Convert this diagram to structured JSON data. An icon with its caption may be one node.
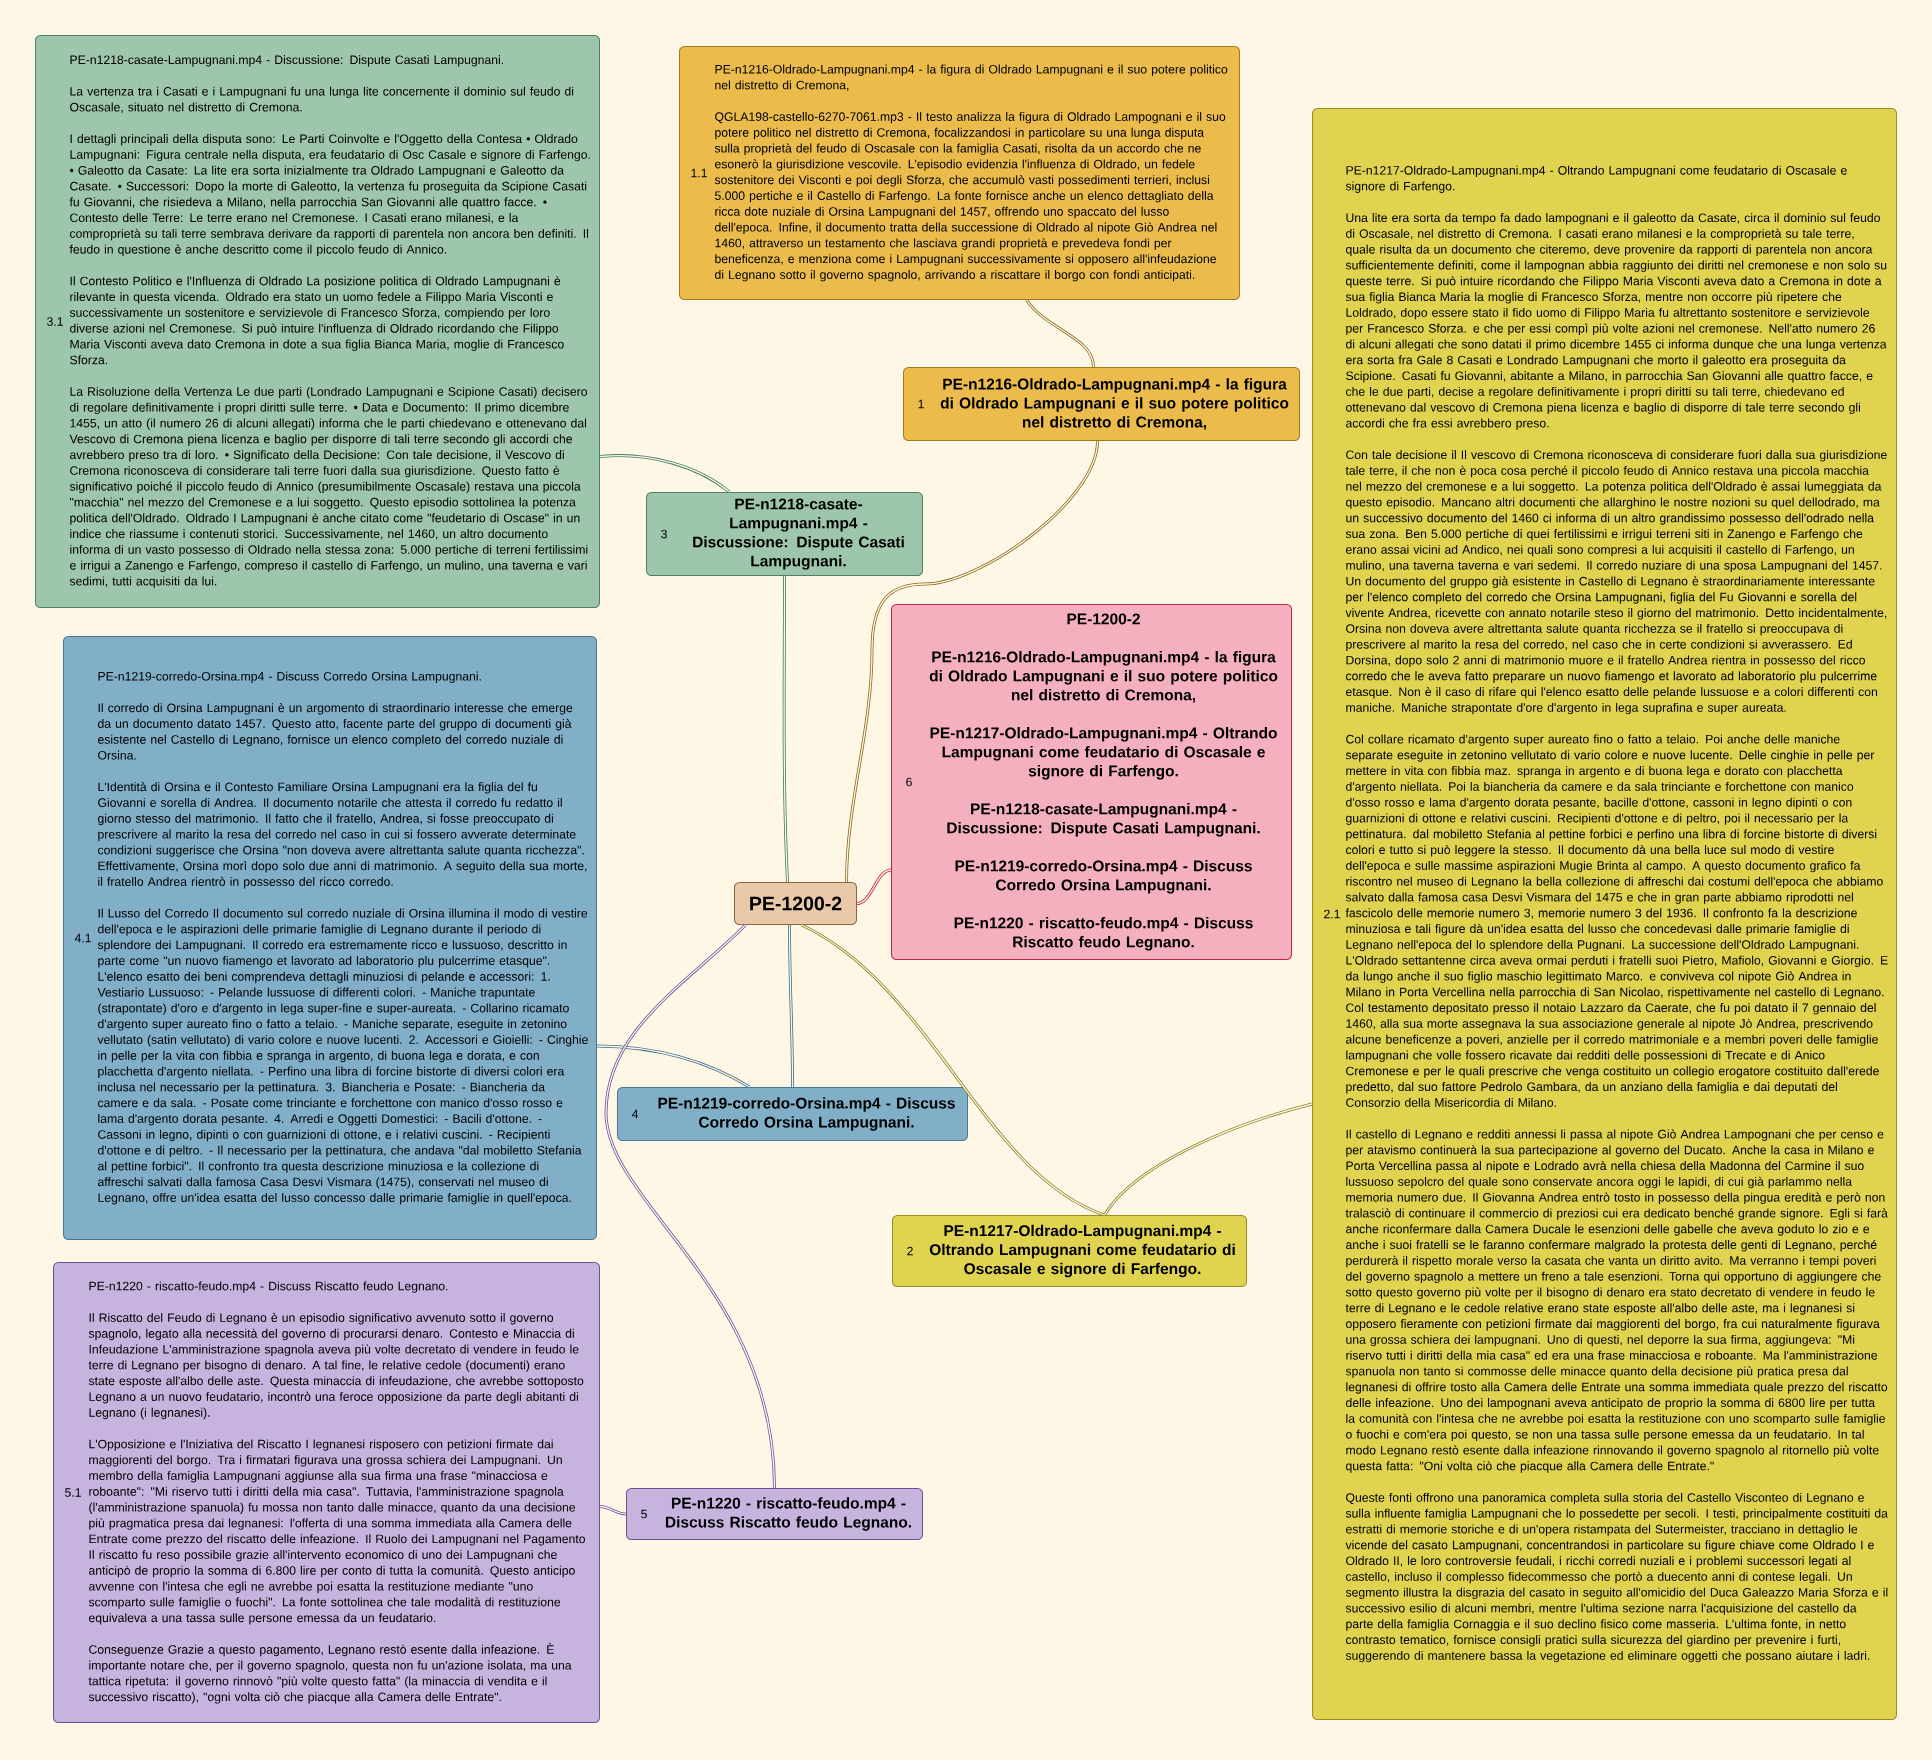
{
  "diagram": {
    "nodes": [
      {
        "text": [
          "PE-1200-2"
        ]
      },
      {
        "text": [
          "1",
          "PE-n1216-Oldrado-Lampugnani.mp4 - la figura di Oldrado Lampugnani e il suo potere politico nel distretto di Cremona,"
        ]
      },
      {
        "text": [
          "1.1",
          "PE-n1216-Oldrado-Lampugnani.mp4 - la figura di Oldrado Lampugnani e il suo potere politico nel distretto di Cremona,",
          "QGLA198-castello-6270-7061.mp3 - Il testo analizza la figura di Oldrado Lampognani e il suo potere politico nel distretto di Cremona, focalizzandosi in particolare su una lunga disputa sulla proprietà del feudo di Oscasale con la famiglia Casati, risolta da un accordo che ne esonerò la giurisdizione vescovile. L'episodio evidenzia l'influenza di Oldrado, un fedele sostenitore dei Visconti e poi degli Sforza, che accumulò vasti possedimenti terrieri, inclusi 5.000 pertiche e il Castello di Farfengo. La fonte fornisce anche un elenco dettagliato della ricca dote nuziale di Orsina Lampugnani del 1457, offrendo uno spaccato del lusso dell'epoca. Infine, il documento tratta della successione di Oldrado al nipote Giò Andrea nel 1460, attraverso un testamento che lasciava grandi proprietà e prevedeva fondi per beneficenza, e menziona come i Lampugnani successivamente si opposero all'infeudazione di Legnano sotto il governo spagnolo, arrivando a riscattare il borgo con fondi anticipati."
        ]
      },
      {
        "text": [
          "2",
          "PE-n1217-Oldrado-Lampugnani.mp4 - Oltrando Lampugnani come feudatario di Oscasale e signore di Farfengo."
        ]
      },
      {
        "text": [
          "2.1",
          "PE-n1217-Oldrado-Lampugnani.mp4 - Oltrando Lampugnani come feudatario di Oscasale e signore di Farfengo.",
          "Una lite era sorta da tempo fa dado lampognani e il galeotto da Casate, circa il dominio sul feudo di Oscasale, nel distretto di Cremona. I casati erano milanesi e la comproprietà su tale terre, quale risulta da un documento che citeremo, deve provenire da rapporti di parentela non ancora sufficientemente definiti, come il lampognan abbia raggiunto dei diritti nel cremonese e non solo su queste terre. Si può intuire ricordando che Filippo Maria Visconti aveva dato a Cremona in dote a sua figlia Bianca Maria la moglie di Francesco Sforza, mentre non occorre più ripetere che Loldrado, dopo essere stato il fido uomo di Filippo Maria fu altrettanto sostenitore e servizievole per Francesco Sforza. e che per essi compì più volte azioni nel cremonese. Nell'atto numero 26 di alcuni allegati che sono datati il primo dicembre 1455 ci informa dunque che una lunga vertenza era sorta fra Gale 8 Casati e Londrado Lampugnani che morto il galeotto era proseguita da Scipione. Casati fu Giovanni, abitante a Milano, in parrocchia San Giovanni alle quattro facce, e che le due parti, decise a regolare definitivamente i propri diritti su tali terre, chiedevano ed ottenevano dal vescovo di Cremona piena licenza e baglio di disporre di tale terre secondo gli accordi che fra essi avrebbero preso.",
          "Con tale decisione il Il vescovo di Cremona riconosceva di considerare fuori dalla sua giurisdizione tale terre, il che non è poca cosa perché il piccolo feudo di Annico restava una piccola macchia nel mezzo del cremonese e a lui soggetto. La potenza politica dell'Oldrado è assai lumeggiata da questo episodio. Mancano altri documenti che allarghino le nostre nozioni su quel dellodrado, ma un successivo documento del 1460 ci informa di un altro grandissimo possesso dell'odrado nella sua zona. Ben 5.000 pertiche di quei fertilissimi e irrigui terreni siti in Zanengo e Farfengo che erano assai vicini ad Andico, nei quali sono compresi a lui acquisiti il castello di Farfengo, un mulino, una taverna taverna e vari sedemi. Il corredo nuziare di una sposa Lampugnani del 1457. Un documento del gruppo già esistente in Castello di Legnano è straordinariamente interessante per l'elenco completo del corredo che Orsina Lampugnani, figlia del Fu Giovanni e sorella del vivente Andrea, ricevette con annato notarile steso il giorno del matrimonio. Detto incidentalmente, Orsina non doveva avere altrettanta salute quanta ricchezza se il fratello si preoccupava di prescrivere al marito la resa del corredo, nel caso che in certe condizioni si avverassero. Ed Dorsina, dopo solo 2 anni di matrimonio muore e il fratello Andrea rientra in possesso del ricco corredo che le aveva fatto preparare un nuovo fiamengo et lavorato ad laboratorio plu pulcerrime etasque. Non è il caso di rifare qui l'elenco esatto delle pelande lussuose e a colori differenti con maniche. Maniche strapontate d'ore d'argento in lega suprafina e super aureata.",
          "Col collare ricamato d'argento super aureato fino o fatto a telaio. Poi anche delle maniche separate eseguite in zetonino vellutato di vario colore e nuove lucente. Delle cinghie in pelle per mettere in vita con fibbia maz. spranga in argento e di buona lega e dorato con placchetta d'argento niellata. Poi la biancheria da camere e da sala trinciante e forchettone con manico d'osso rosso e lama d'argento dorata pesante, bacille d'ottone, cassoni in legno dipinti o con guarnizioni di ottone e relativi cuscini. Recipienti d'ottone e di peltro, poi il necessario per la pettinatura. dal mobiletto Stefania al pettine forbici e perfino una libra di forcine bistorte di diversi colori e tutto si può leggere la stesso. Il documento dà una bella luce sul modo di vestire dell'epoca e sulle massime aspirazioni Mugie Brinta al campo. A questo documento grafico fa riscontro nel museo di Legnano la bella collezione di affreschi dai costumi dell'epoca che abbiamo salvato dalla famosa casa Desvi Vismara del 1475 e che in gran parte abbiamo riprodotti nel fascicolo delle memorie numero 3, memorie numero 3 del 1936. Il confronto fa la descrizione minuziosa e tali figure dà un'idea esatta del lusso che concedevasi dalle primarie famiglie di Legnano nell'epoca del lo splendore della Pugnani. La successione dell'Oldrado Lampugnani. L'Oldrado settantenne circa aveva ormai perduti i fratelli suoi Pietro, Mafiolo, Giovanni e Giorgio. E da lungo anche il suo figlio maschio legittimato Marco. e conviveva col nipote Giò Andrea in Milano in Porta Vercellina nella parrocchia di San Nicolao, rispettivamente nel castello di Legnano. Col testamento depositato presso il notaio Lazzaro da Caerate, che fu poi datato il 7 gennaio del 1460, alla sua morte assegnava la sua associazione generale al nipote Jò Andrea, prescrivendo alcune beneficenze a poveri, anzielle per il corredo matrimoniale e a membri poveri delle famiglie lampugnani che volle fossero ricavate dai redditi delle possessioni di Trecate e di Anico Cremonese e per le quali prescrive che venga costituito un collegio erogatore costituito dall'erede predetto, dal suo fattore Pedrolo Gambara, da un anziano della famiglia e dai deputati del Consorzio della Misericordia di Milano.",
          "Il castello di Legnano e redditi annessi li passa al nipote Giò Andrea Lampognani che per censo e per atavismo continuerà la sua partecipazione al governo del Ducato. Anche la casa in Milano e Porta Vercellina passa al nipote e Lodrado avrà nella chiesa della Madonna del Carmine il suo lussuoso sepolcro del quale sono conservate ancora oggi le lapidi, di cui già parlammo nella memoria numero due. Il Giovanna Andrea entrò tosto in possesso della pingua eredità e però non tralasciò di continuare il commercio di preziosi cui era dedicato benché grande signore. Egli si farà anche riconfermare dalla Camera Ducale le esenzioni delle gabelle che aveva goduto lo zio e e anche i suoi fratelli se le faranno confermare malgrado la protesta delle genti di Legnano, perché perdurerà il rispetto morale verso la casata che vanta un diritto avito. Ma verranno i tempi poveri del governo spagnolo a mettere un freno a tale esenzioni. Torna qui opportuno di aggiungere che sotto questo governo più volte per il bisogno di denaro era stato decretato di vendere in feudo le terre di Legnano e le cedole relative erano state esposte all'albo delle aste, ma i legnanesi si opposero fieramente con petizioni firmate dai maggiorenti del borgo, fra cui naturalmente figurava una grossa schiera dei lampugnani. Uno di questi, nel deporre la sua firma, aggiungeva: \"Mi riservo tutti i diritti della mia casa\" ed era una frase minacciosa e roboante. Ma l'amministrazione spanuola non tanto si commosse delle minacce quanto della decisione più pratica presa dal legnanesi di offrire tosto alla Camera delle Entrate una somma immediata quale prezzo del riscatto delle infeazione. Uno dei lampognani aveva anticipato de proprio la somma di 6800 lire per tutta la comunità con l'intesa che ne avrebbe poi esatta la restituzione con uno scomparto sulle famiglie o fuochi e com'era poi questo, se non una tassa sulle persone emessa da un feudatario. In tal modo Legnano restò esente dalla infeazione rinnovando il governo spagnolo al ritornello più volte questa fatta: \"Oni volta ciò che piacque alla Camera delle Entrate.\"",
          "Queste fonti offrono una panoramica completa sulla storia del Castello Visconteo di Legnano e sulla influente famiglia Lampugnani che lo possedette per secoli. I testi, principalmente costituiti da estratti di memorie storiche e di un'opera ristampata del Sutermeister, tracciano in dettaglio le vicende del casato Lampugnani, concentrandosi in particolare su figure chiave come Oldrado I e Oldrado II, le loro controversie feudali, i ricchi corredi nuziali e i problemi successori legati al castello, incluso il complesso fidecommesso che portò a duecento anni di contese legali. Un segmento illustra la disgrazia del casato in seguito all'omicidio del Duca Galeazzo Maria Sforza e il successivo esilio di alcuni membri, mentre l'ultima sezione narra l'acquisizione del castello da parte della famiglia Cornaggia e il suo declino fisico come masseria. L'ultima fonte, in netto contrasto tematico, fornisce consigli pratici sulla sicurezza del giardino per prevenire i furti, suggerendo di mantenere bassa la vegetazione ed eliminare oggetti che possano aiutare i ladri."
        ]
      },
      {
        "text": [
          "3",
          "PE-n1218-casate-Lampugnani.mp4 - Discussione: Dispute Casati Lampugnani."
        ]
      },
      {
        "text": [
          "3.1",
          "PE-n1218-casate-Lampugnani.mp4 - Discussione: Dispute Casati Lampugnani.",
          "La vertenza tra i Casati e i Lampugnani fu una lunga lite concernente il dominio sul feudo di Oscasale, situato nel distretto di Cremona.",
          "I dettagli principali della disputa sono: Le Parti Coinvolte e l'Oggetto della Contesa • Oldrado Lampugnani: Figura centrale nella disputa, era feudatario di Osc Casale e signore di Farfengo. • Galeotto da Casate: La lite era sorta inizialmente tra Oldrado Lampugnani e Galeotto da Casate. • Successori: Dopo la morte di Galeotto, la vertenza fu proseguita da Scipione Casati fu Giovanni, che risiedeva a Milano, nella parrocchia San Giovanni alle quattro facce. • Contesto delle Terre: Le terre erano nel Cremonese. I Casati erano milanesi, e la comproprietà su tali terre sembrava derivare da rapporti di parentela non ancora ben definiti. Il feudo in questione è anche descritto come il piccolo feudo di Annico.",
          "Il Contesto Politico e l'Influenza di Oldrado La posizione politica di Oldrado Lampugnani è rilevante in questa vicenda. Oldrado era stato un uomo fedele a Filippo Maria Visconti e successivamente un sostenitore e servizievole di Francesco Sforza, compiendo per loro diverse azioni nel Cremonese. Si può intuire l'influenza di Oldrado ricordando che Filippo Maria Visconti aveva dato Cremona in dote a sua figlia Bianca Maria, moglie di Francesco Sforza.",
          "La Risoluzione della Vertenza Le due parti (Londrado Lampugnani e Scipione Casati) decisero di regolare definitivamente i propri diritti sulle terre. • Data e Documento: Il primo dicembre 1455, un atto (il numero 26 di alcuni allegati) informa che le parti chiedevano e ottenevano dal Vescovo di Cremona piena licenza e baglio per disporre di tali terre secondo gli accordi che avrebbero preso tra di loro. • Significato della Decisione: Con tale decisione, il Vescovo di Cremona riconosceva di considerare tali terre fuori dalla sua giurisdizione. Questo fatto è significativo poiché il piccolo feudo di Annico (presumibilmente Oscasale) restava una piccola \"macchia\" nel mezzo del Cremonese e a lui soggetto. Questo episodio sottolinea la potenza politica dell'Oldrado. Oldrado I Lampugnani è anche citato come \"feudetario di Oscase\" in un indice che riassume i contenuti storici. Successivamente, nel 1460, un altro documento informa di un vasto possesso di Oldrado nella stessa zona: 5.000 pertiche di terreni fertilissimi e irrigui a Zanengo e Farfengo, compreso il castello di Farfengo, un mulino, una taverna e vari sedimi, tutti acquisiti da lui."
        ]
      },
      {
        "text": [
          "4",
          "PE-n1219-corredo-Orsina.mp4 - Discuss Corredo Orsina Lampugnani."
        ]
      },
      {
        "text": [
          "4.1",
          "PE-n1219-corredo-Orsina.mp4 - Discuss Corredo Orsina Lampugnani.",
          "Il corredo di Orsina Lampugnani è un argomento di straordinario interesse che emerge da un documento datato 1457. Questo atto, facente parte del gruppo di documenti già esistente nel Castello di Legnano, fornisce un elenco completo del corredo nuziale di Orsina.",
          "L'Identità di Orsina e il Contesto Familiare Orsina Lampugnani era la figlia del fu Giovanni e sorella di Andrea. Il documento notarile che attesta il corredo fu redatto il giorno stesso del matrimonio. Il fatto che il fratello, Andrea, si fosse preoccupato di prescrivere al marito la resa del corredo nel caso in cui si fossero avverate determinate condizioni suggerisce che Orsina \"non doveva avere altrettanta salute quanta ricchezza\". Effettivamente, Orsina morì dopo solo due anni di matrimonio. A seguito della sua morte, il fratello Andrea rientrò in possesso del ricco corredo.",
          "Il Lusso del Corredo Il documento sul corredo nuziale di Orsina illumina il modo di vestire dell'epoca e le aspirazioni delle primarie famiglie di Legnano durante il periodo di splendore dei Lampugnani. Il corredo era estremamente ricco e lussuoso, descritto in parte come \"un nuovo fiamengo et lavorato ad laboratorio plu pulcerrime etasque\". L'elenco esatto dei beni comprendeva dettagli minuziosi di pelande e accessori: 1. Vestiario Lussuoso: - Pelande lussuose di differenti colori. - Maniche trapuntate (strapontate) d'oro e d'argento in lega super-fine e super-aureata. - Collarino ricamato d'argento super aureato fino o fatto a telaio. - Maniche separate, eseguite in zetonino vellutato (satin vellutato) di vario colore e nuove lucenti. 2. Accessori e Gioielli: - Cinghie in pelle per la vita con fibbia e spranga in argento, di buona lega e dorata, e con placchetta d'argento niellata. - Perfino una libra di forcine bistorte di diversi colori era inclusa nel necessario per la pettinatura. 3. Biancheria e Posate: - Biancheria da camere e da sala. - Posate come trinciante e forchettone con manico d'osso rosso e lama d'argento dorata pesante. 4. Arredi e Oggetti Domestici: - Bacili d'ottone. - Cassoni in legno, dipinti o con guarnizioni di ottone, e i relativi cuscini. - Recipienti d'ottone e di peltro. - Il necessario per la pettinatura, che andava \"dal mobiletto Stefania al pettine forbici\". Il confronto tra questa descrizione minuziosa e la collezione di affreschi salvati dalla famosa Casa Desvi Vismara (1475), conservati nel museo di Legnano, offre un'idea esatta del lusso concesso dalle primarie famiglie in quell'epoca."
        ]
      },
      {
        "text": [
          "5",
          "PE-n1220 - riscatto-feudo.mp4 - Discuss Riscatto feudo Legnano."
        ]
      },
      {
        "text": [
          "5.1",
          "PE-n1220 - riscatto-feudo.mp4 - Discuss Riscatto feudo Legnano.",
          "Il Riscatto del Feudo di Legnano è un episodio significativo avvenuto sotto il governo spagnolo, legato alla necessità del governo di procurarsi denaro. Contesto e Minaccia di Infeudazione L'amministrazione spagnola aveva più volte decretato di vendere in feudo le terre di Legnano per bisogno di denaro. A tal fine, le relative cedole (documenti) erano state esposte all'albo delle aste. Questa minaccia di infeudazione, che avrebbe sottoposto Legnano a un nuovo feudatario, incontrò una feroce opposizione da parte degli abitanti di Legnano (i legnanesi).",
          "L'Opposizione e l'Iniziativa del Riscatto I legnanesi risposero con petizioni firmate dai maggiorenti del borgo. Tra i firmatari figurava una grossa schiera dei Lampugnani. Un membro della famiglia Lampugnani aggiunse alla sua firma una frase \"minacciosa e roboante\": \"Mi riservo tutti i diritti della mia casa\". Tuttavia, l'amministrazione spagnola (l'amministrazione spanuola) fu mossa non tanto dalle minacce, quanto da una decisione più pragmatica presa dai legnanesi: l'offerta di una somma immediata alla Camera delle Entrate come prezzo del riscatto delle infeazione. Il Ruolo dei Lampugnani nel Pagamento Il riscatto fu reso possibile grazie all'intervento economico di uno dei Lampugnani che anticipò de proprio la somma di 6.800 lire per conto di tutta la comunità. Questo anticipo avvenne con l'intesa che egli ne avrebbe poi esatta la restituzione mediante \"uno scomparto sulle famiglie o fuochi\". La fonte sottolinea che tale modalità di restituzione equivaleva a una tassa sulle persone emessa da un feudatario.",
          "Conseguenze Grazie a questo pagamento, Legnano restò esente dalla infeazione. È importante notare che, per il governo spagnolo, questa non fu un'azione isolata, ma una tattica ripetuta: il governo rinnovò \"più volte questo fatta\" (la minaccia di vendita e il successivo riscatto), \"ogni volta ciò che piacque alla Camera delle Entrate\"."
        ]
      },
      {
        "text": [
          "6",
          "PE-1200-2",
          "PE-n1216-Oldrado-Lampugnani.mp4 - la figura di Oldrado Lampugnani e il suo potere politico nel distretto di Cremona,",
          "PE-n1217-Oldrado-Lampugnani.mp4 - Oltrando Lampugnani come feudatario di Oscasale e signore di Farfengo.",
          "PE-n1218-casate-Lampugnani.mp4 - Discussione: Dispute Casati Lampugnani.",
          "PE-n1219-corredo-Orsina.mp4 - Discuss Corredo Orsina Lampugnani.",
          "PE-n1220 - riscatto-feudo.mp4 - Discuss Riscatto feudo Legnano."
        ]
      }
    ],
    "edges": [
      {
        "from": 0,
        "to": 1,
        "arrow": "none",
        "color": "#8b6a1f"
      },
      {
        "from": 1,
        "to": 2,
        "arrow": "none",
        "color": "#8b6a1f"
      },
      {
        "from": 0,
        "to": 3,
        "arrow": "none",
        "color": "#8c8224"
      },
      {
        "from": 3,
        "to": 4,
        "arrow": "none",
        "color": "#8c8224"
      },
      {
        "from": 0,
        "to": 5,
        "arrow": "none",
        "color": "#3f7c64"
      },
      {
        "from": 5,
        "to": 6,
        "arrow": "none",
        "color": "#3f7c64"
      },
      {
        "from": 0,
        "to": 7,
        "arrow": "none",
        "color": "#3d6d8a"
      },
      {
        "from": 7,
        "to": 8,
        "arrow": "none",
        "color": "#3d6d8a"
      },
      {
        "from": 0,
        "to": 9,
        "arrow": "none",
        "color": "#6b4da3"
      },
      {
        "from": 9,
        "to": 10,
        "arrow": "none",
        "color": "#6b4da3"
      },
      {
        "from": 0,
        "to": 11,
        "arrow": "none",
        "color": "#c8213f"
      }
    ]
  }
}
